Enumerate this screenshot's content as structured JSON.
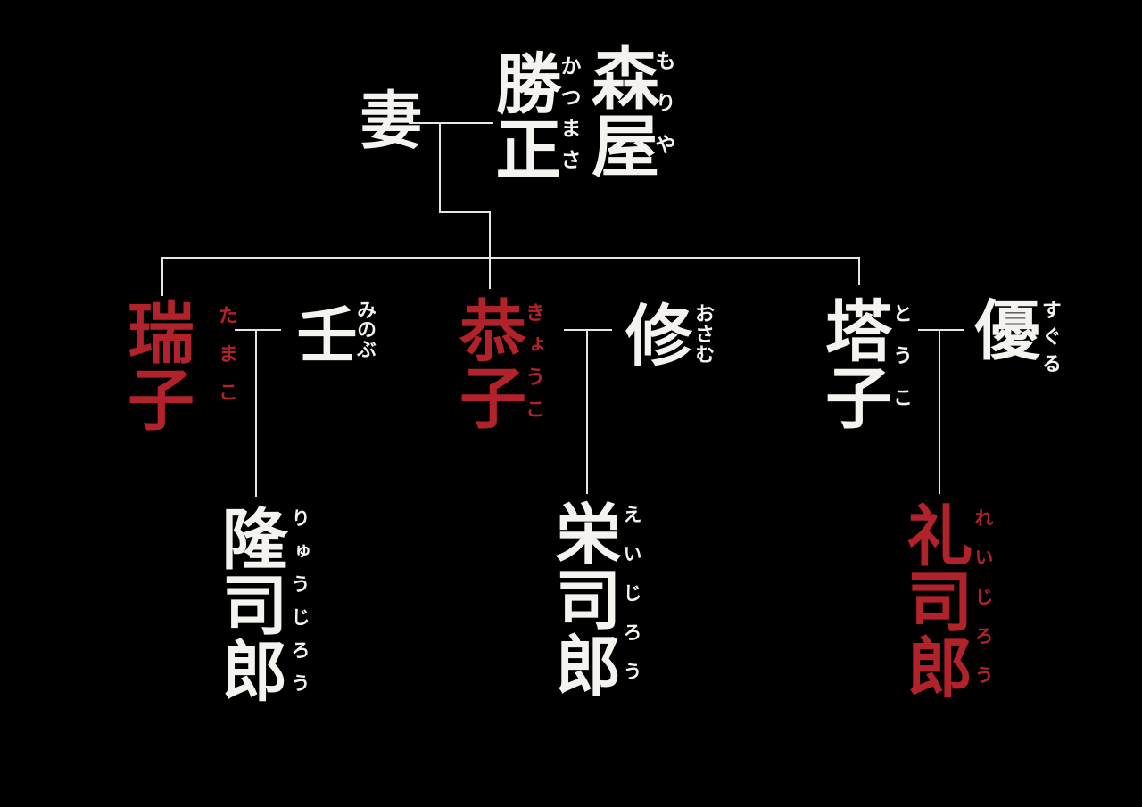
{
  "colors": {
    "background": "#000000",
    "white": "#f5f3ef",
    "red": "#b2222a",
    "line": "#e6e6e6"
  },
  "tree": {
    "patriarch": {
      "family_name": "森屋",
      "family_name_furigana": "もりや",
      "given_name": "勝正",
      "given_name_furigana": "かつまさ",
      "color": "white"
    },
    "wife": {
      "label": "妻",
      "color": "white"
    },
    "families": [
      {
        "daughter": {
          "name": "瑞子",
          "furigana": "たまこ",
          "color": "red"
        },
        "spouse": {
          "name": "壬",
          "furigana": "みのぶ",
          "color": "white"
        },
        "child": {
          "name": "隆司郎",
          "furigana": "りゅうじろう",
          "color": "white"
        }
      },
      {
        "daughter": {
          "name": "恭子",
          "furigana": "きょうこ",
          "color": "red"
        },
        "spouse": {
          "name": "修",
          "furigana": "おさむ",
          "color": "white"
        },
        "child": {
          "name": "栄司郎",
          "furigana": "えいじろう",
          "color": "white"
        }
      },
      {
        "daughter": {
          "name": "塔子",
          "furigana": "とうこ",
          "color": "white"
        },
        "spouse": {
          "name": "優",
          "furigana": "すぐる",
          "color": "white"
        },
        "child": {
          "name": "礼司郎",
          "furigana": "れいじろう",
          "color": "red"
        }
      }
    ]
  }
}
